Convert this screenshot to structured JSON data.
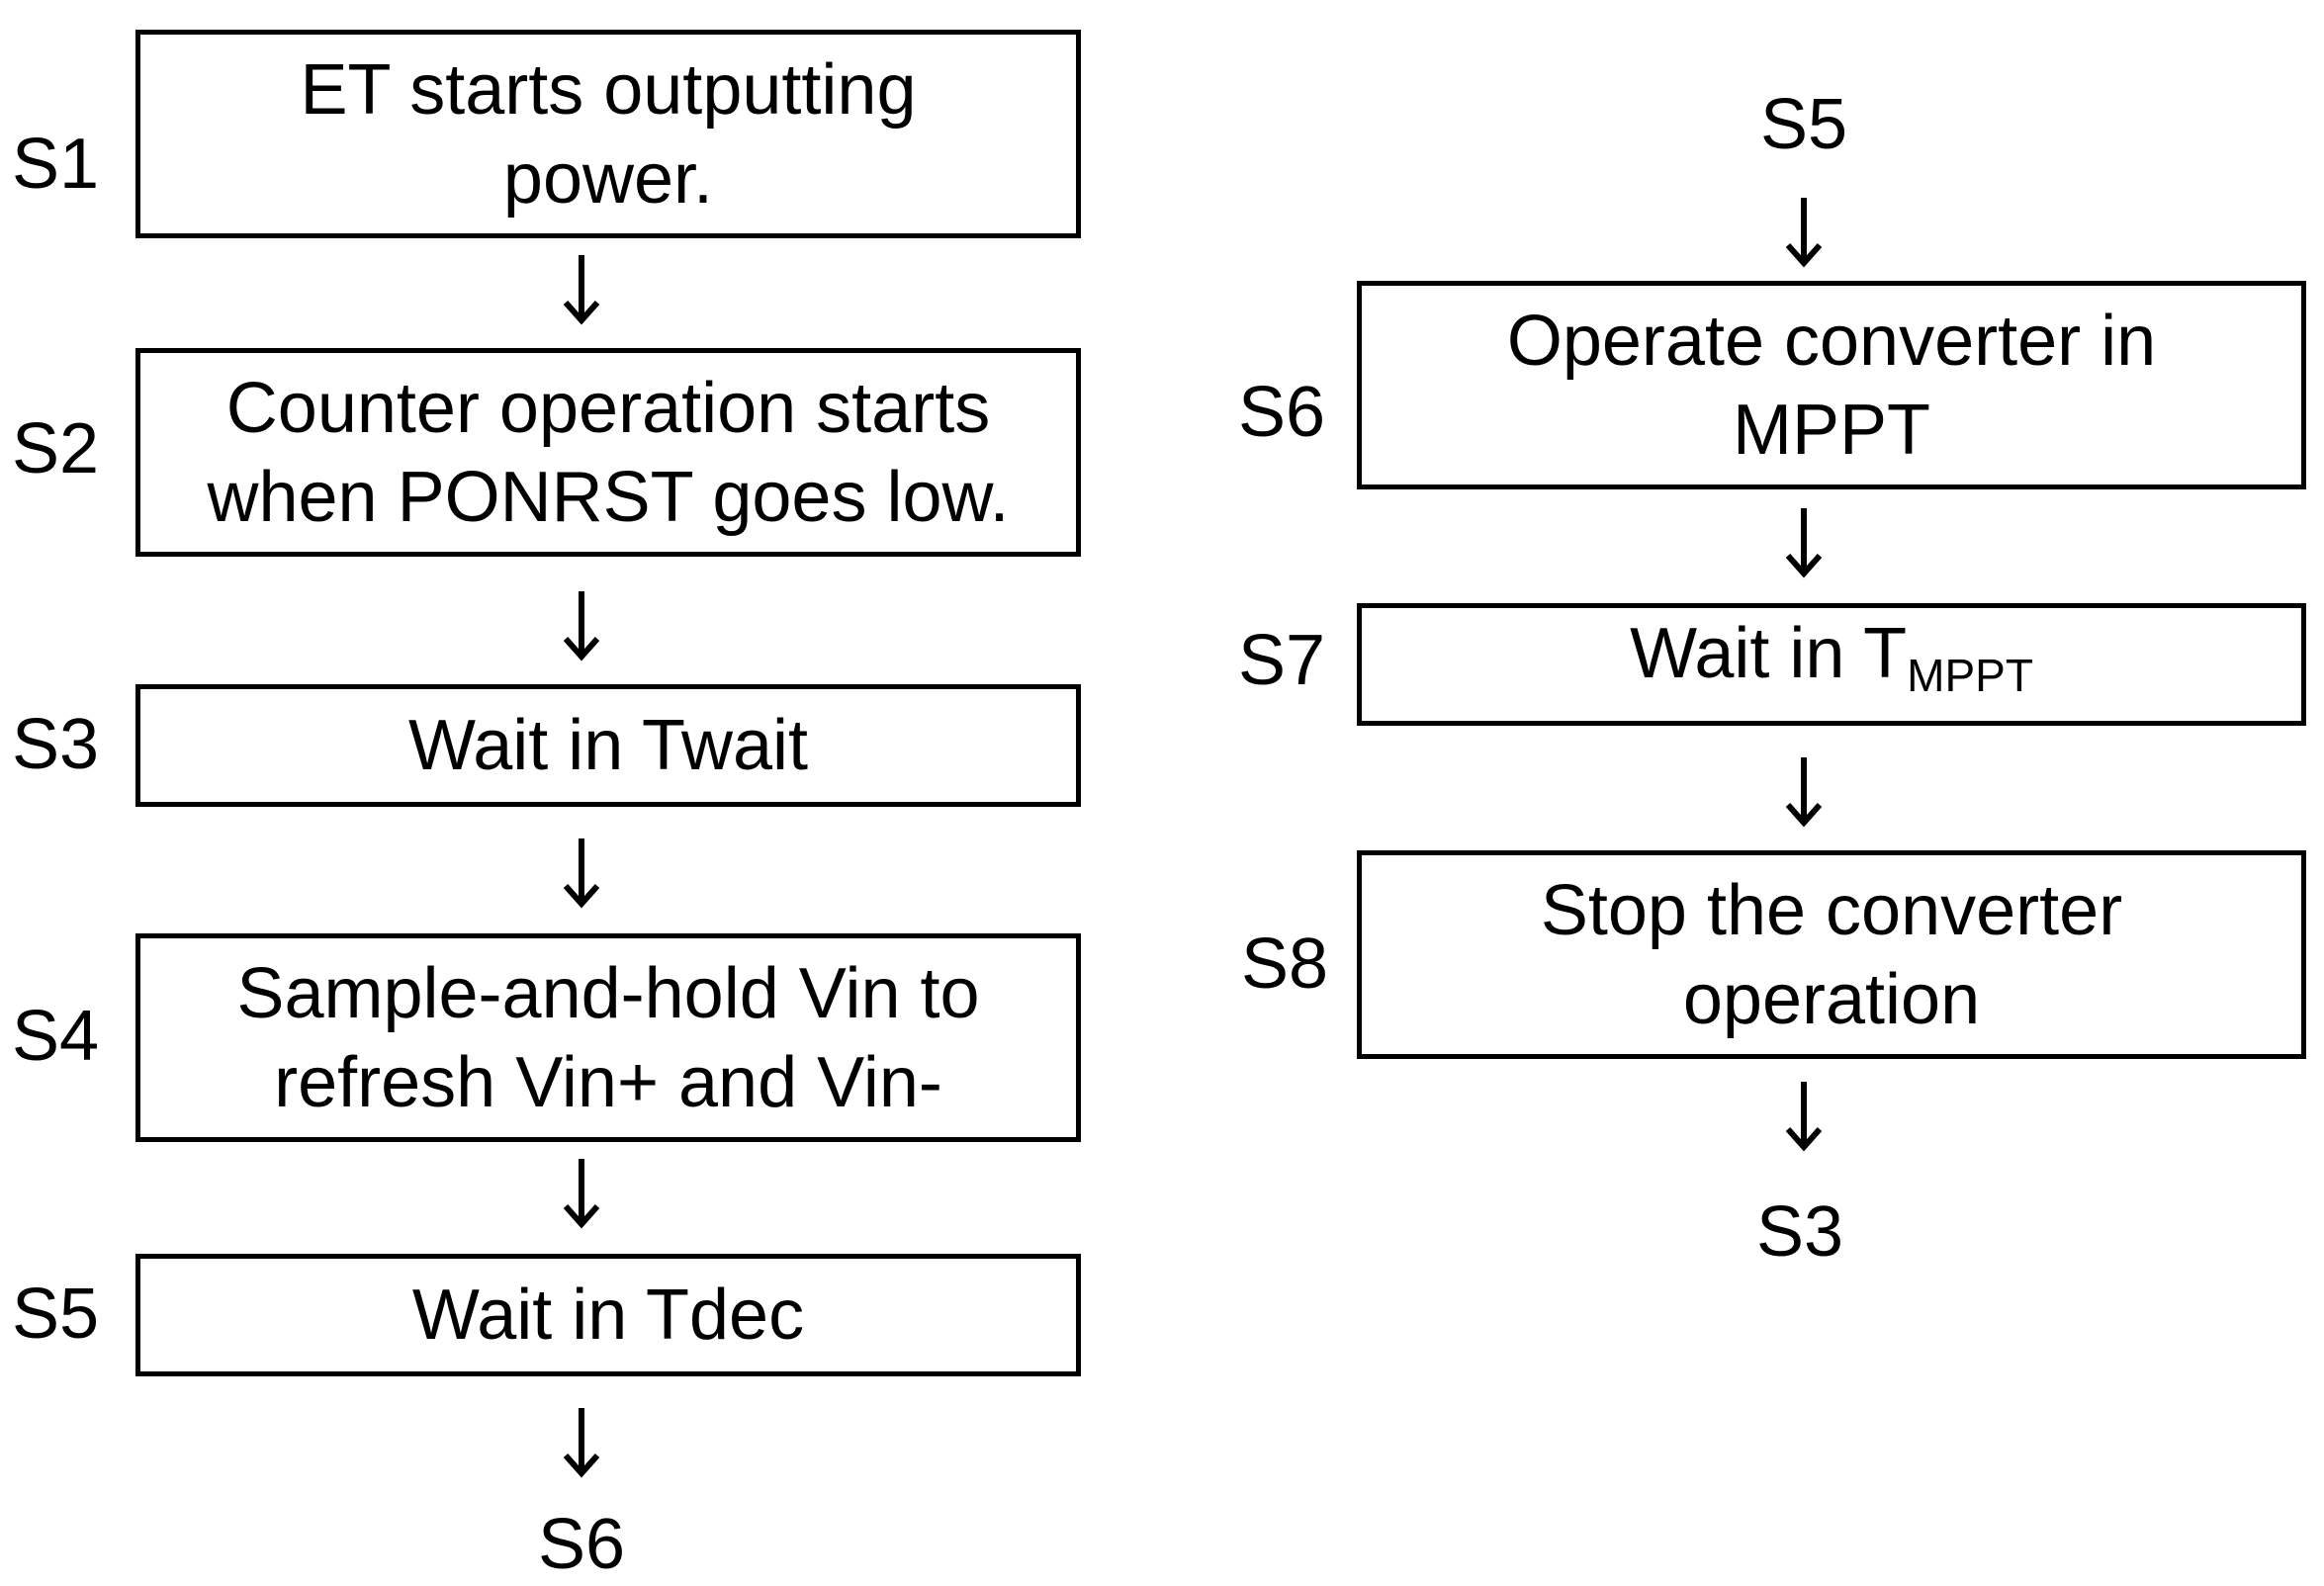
{
  "left_column": {
    "steps": [
      {
        "id": "S1",
        "text": "ET starts outputting\npower."
      },
      {
        "id": "S2",
        "text": "Counter operation starts\nwhen PONRST goes low."
      },
      {
        "id": "S3",
        "text": "Wait in Twait"
      },
      {
        "id": "S4",
        "text": "Sample-and-hold Vin to\nrefresh Vin+ and Vin-"
      },
      {
        "id": "S5",
        "text": "Wait in Tdec"
      }
    ],
    "end_label": "S6"
  },
  "right_column": {
    "start_label": "S5",
    "steps": [
      {
        "id": "S6",
        "text": "Operate converter in\nMPPT"
      },
      {
        "id": "S7",
        "text_main": "Wait in T",
        "text_sub": "MPPT"
      },
      {
        "id": "S8",
        "text": "Stop the converter\noperation"
      }
    ],
    "end_label": "S3"
  }
}
